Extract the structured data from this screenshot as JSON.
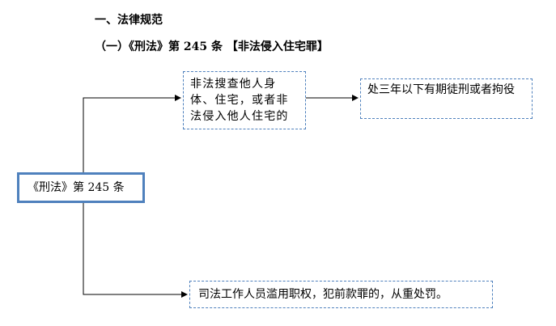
{
  "section_heading": "一、法律规范",
  "subsection_heading": "（一）《刑法》第 245 条 【非法侵入住宅罪】",
  "nodes": {
    "main": "《刑法》第 245 条",
    "act": "非法搜查他人身体、住宅，或者非法侵入他人住宅的",
    "penalty": "处三年以下有期徒刑或者拘役",
    "judicial": "司法工作人员滥用职权，犯前款罪的，从重处罚。"
  },
  "colors": {
    "box_border": "#4f81bd",
    "connector": "#000000"
  }
}
